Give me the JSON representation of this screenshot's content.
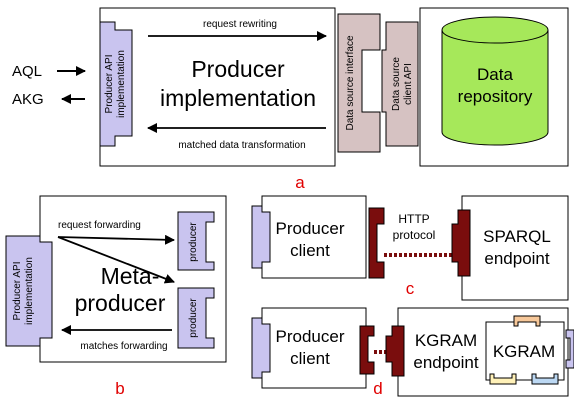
{
  "colors": {
    "api_lavender": "#c9c4ef",
    "interface_mauve": "#d6c2c2",
    "data_green": "#a6e85a",
    "connector_dark_red": "#7a0d0d",
    "panel_label_red": "#e00000"
  },
  "panel_a": {
    "input_left": "AQL",
    "output_left": "AKG",
    "api_label_line1": "Producer API",
    "api_label_line2": "implementation",
    "arrow_top": "request rewriting",
    "arrow_bottom": "matched data transformation",
    "title_line1": "Producer",
    "title_line2": "implementation",
    "ds_interface": "Data source interface",
    "client_api_line1": "Data source",
    "client_api_line2": "client API",
    "repo_line1": "Data",
    "repo_line2": "repository",
    "label": "a"
  },
  "panel_b": {
    "api_label_line1": "Producer API",
    "api_label_line2": "implementation",
    "arrow_top": "request forwarding",
    "arrow_bottom": "matches forwarding",
    "title_line1": "Meta-",
    "title_line2": "producer",
    "producer_top": "producer",
    "producer_bottom": "producer",
    "label": "b"
  },
  "panel_c": {
    "client_line1": "Producer",
    "client_line2": "client",
    "protocol_line1": "HTTP",
    "protocol_line2": "protocol",
    "endpoint_line1": "SPARQL",
    "endpoint_line2": "endpoint",
    "label": "c"
  },
  "panel_d": {
    "client_line1": "Producer",
    "client_line2": "client",
    "endpoint_line1": "KGRAM",
    "endpoint_line2": "endpoint",
    "engine": "KGRAM",
    "label": "d"
  }
}
